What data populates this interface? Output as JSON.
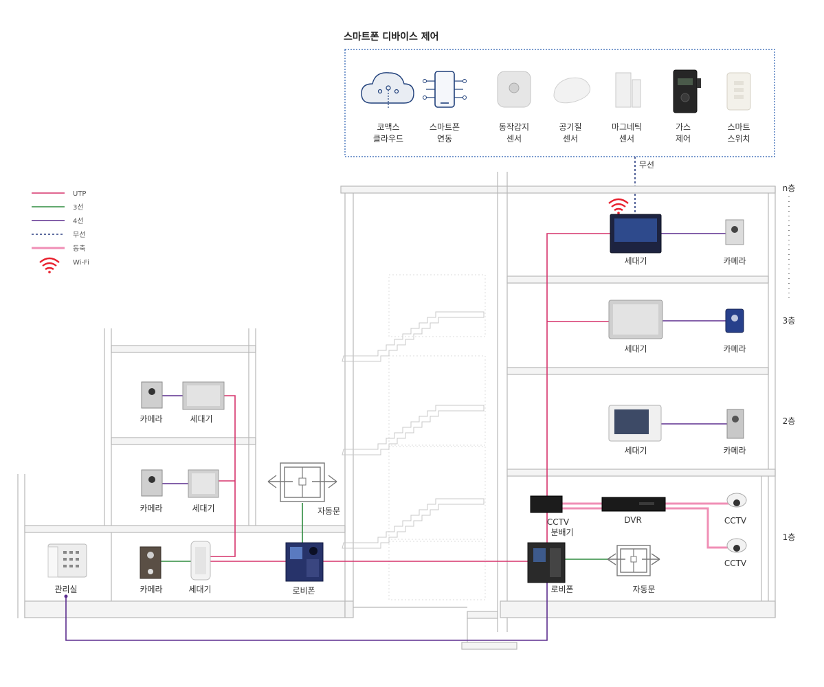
{
  "smart_panel": {
    "title": "스마트폰 디바이스 제어",
    "items": [
      {
        "line1": "코맥스",
        "line2": "클라우드",
        "icon": "cloud-icon"
      },
      {
        "line1": "스마트폰",
        "line2": "연동",
        "icon": "smartphone-icon"
      },
      {
        "line1": "동작감지",
        "line2": "센서",
        "icon": "motion-sensor-icon"
      },
      {
        "line1": "공기질",
        "line2": "센서",
        "icon": "air-quality-sensor-icon"
      },
      {
        "line1": "마그네틱",
        "line2": "센서",
        "icon": "magnetic-sensor-icon"
      },
      {
        "line1": "가스",
        "line2": "제어",
        "icon": "gas-control-icon"
      },
      {
        "line1": "스마트",
        "line2": "스위치",
        "icon": "smart-switch-icon"
      }
    ],
    "wireless_label": "무선"
  },
  "legend": [
    {
      "label": "UTP",
      "color": "#d6336c"
    },
    {
      "label": "3선",
      "color": "#2e8b3e"
    },
    {
      "label": "4선",
      "color": "#5b2d8e"
    },
    {
      "label": "무선",
      "color": "#2a3d80"
    },
    {
      "label": "동축",
      "color": "#f08fb6"
    },
    {
      "label": "Wi-Fi",
      "color": "#e8212e"
    }
  ],
  "floors": {
    "n": "n층",
    "third": "3층",
    "second": "2층",
    "first": "1층"
  },
  "right_building": {
    "nth_monitor": "세대기",
    "nth_camera": "카메라",
    "third_monitor": "세대기",
    "third_camera": "카메라",
    "second_monitor": "세대기",
    "second_camera": "카메라",
    "cctv_splitter_line1": "CCTV",
    "cctv_splitter_line2": "분배기",
    "dvr": "DVR",
    "cctv1": "CCTV",
    "cctv2": "CCTV",
    "lobby_phone": "로비폰",
    "auto_door": "자동문"
  },
  "left_building": {
    "top_camera": "카메라",
    "top_monitor": "세대기",
    "mid_camera": "카메라",
    "mid_monitor": "세대기",
    "bottom_camera": "카메라",
    "bottom_monitor": "세대기",
    "management_office": "관리실",
    "lobby_phone": "로비폰",
    "auto_door": "자동문"
  }
}
